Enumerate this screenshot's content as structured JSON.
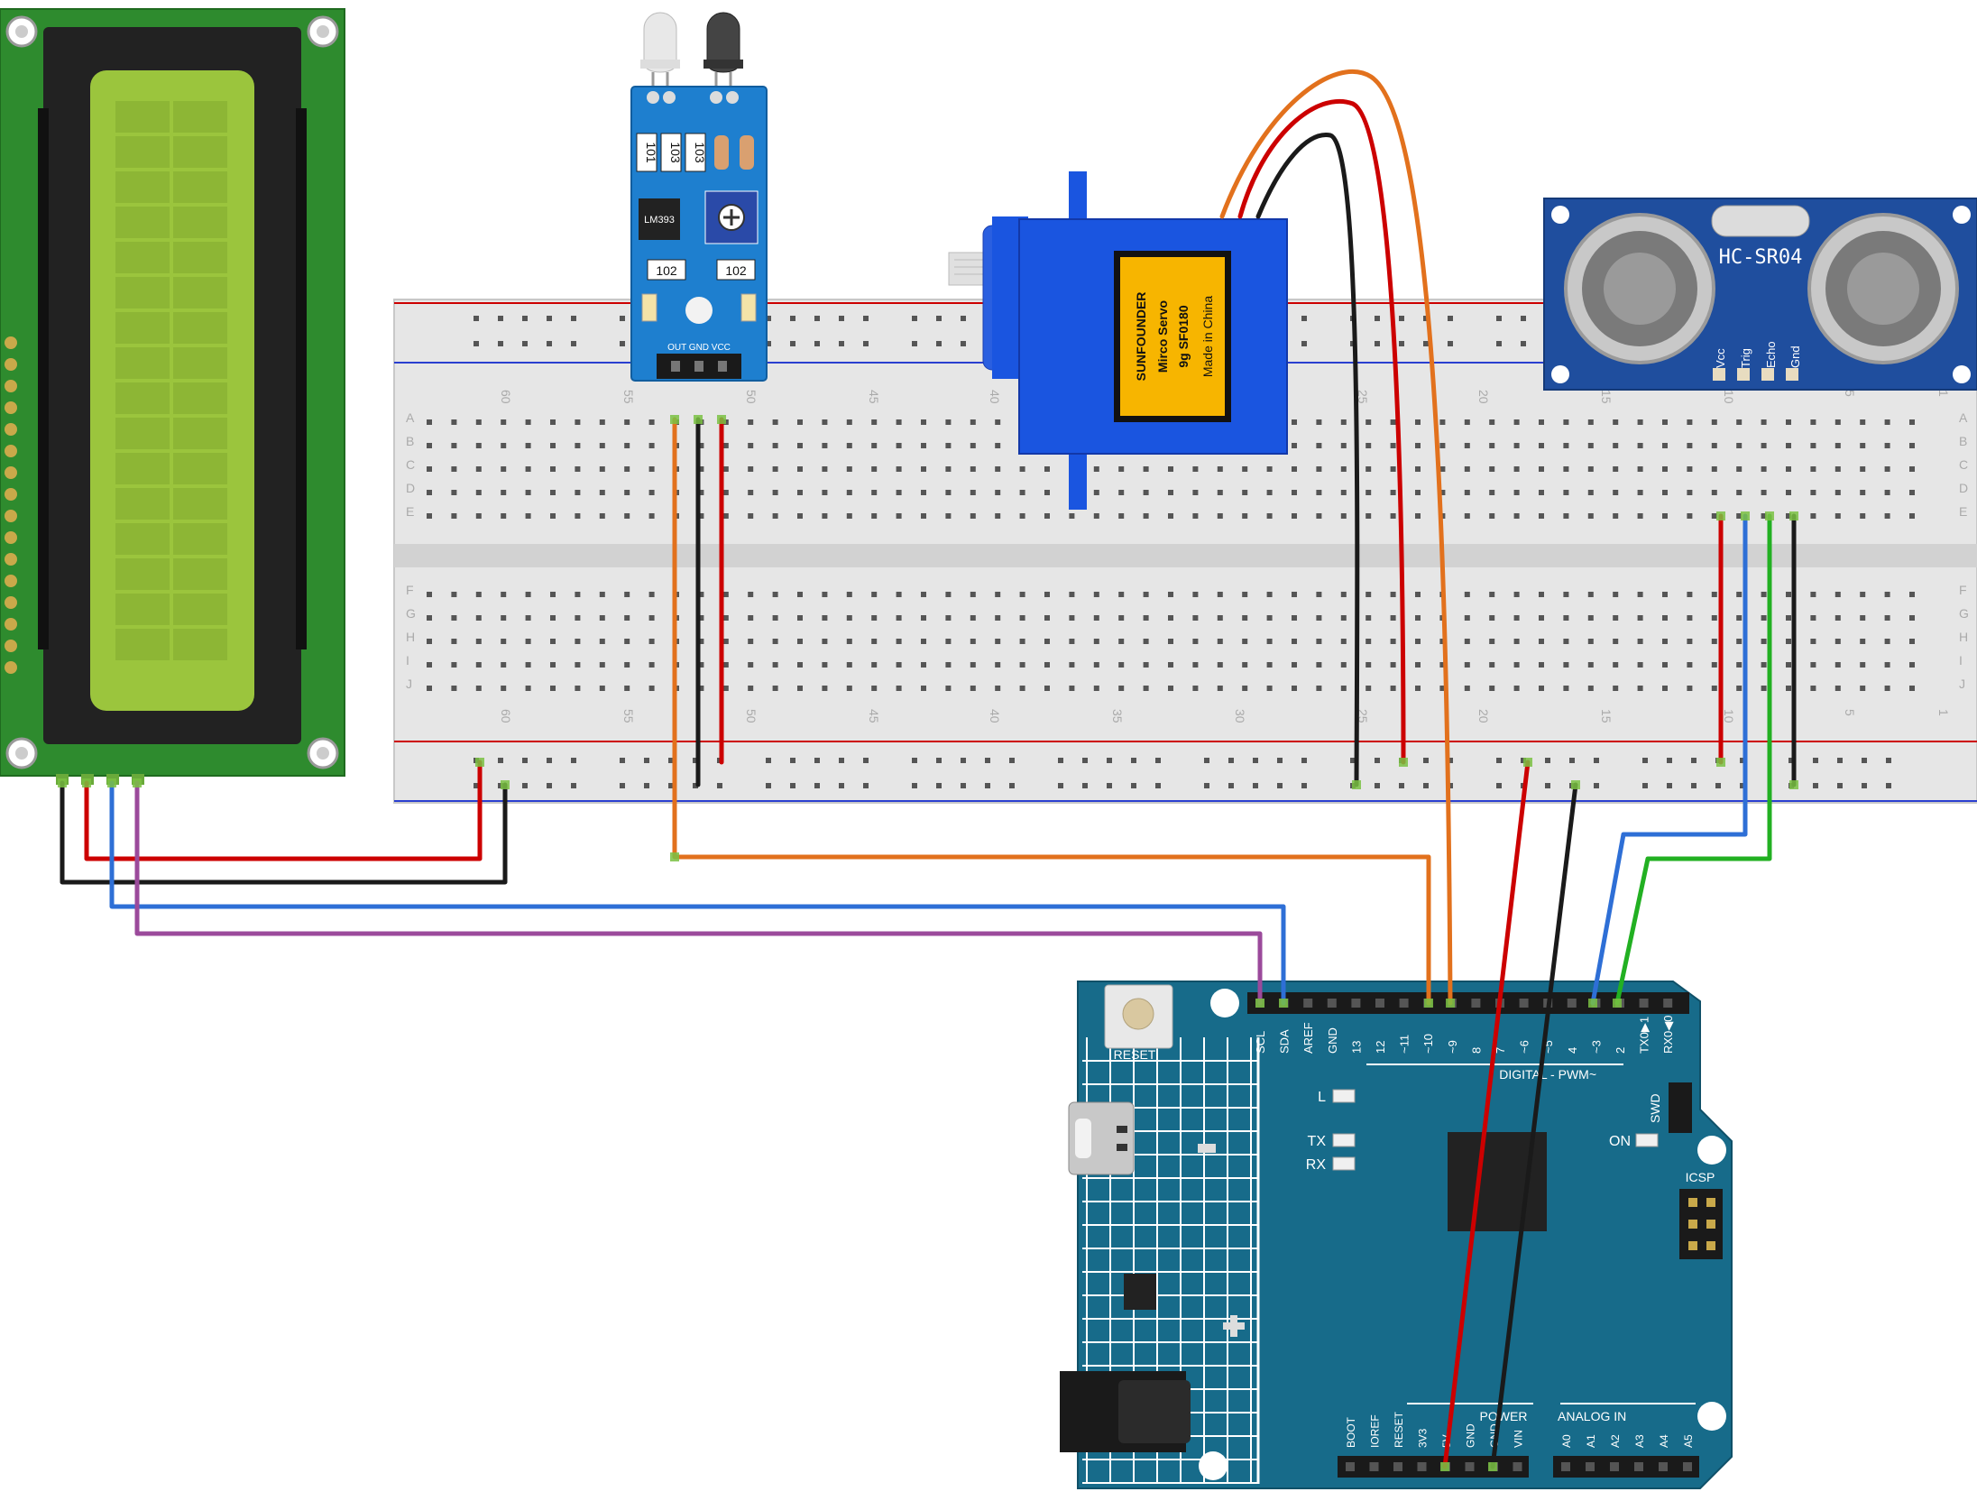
{
  "breadboard": {
    "rows_top": [
      "A",
      "B",
      "C",
      "D",
      "E"
    ],
    "rows_bottom": [
      "F",
      "G",
      "H",
      "I",
      "J"
    ],
    "column_numbers": [
      "60",
      "55",
      "50",
      "45",
      "40",
      "35",
      "30",
      "25",
      "20",
      "15",
      "10",
      "5",
      "1"
    ]
  },
  "ir_sensor": {
    "resistor_labels": [
      "101",
      "103",
      "103"
    ],
    "chip": "LM393",
    "resistor_labels_lower": [
      "102",
      "102"
    ],
    "pin_labels": "OUT GND VCC"
  },
  "servo": {
    "label_lines": [
      "SUNFOUNDER",
      "Mirco Servo",
      "9g SF0180",
      "Made in China"
    ]
  },
  "ultrasonic": {
    "model": "HC-SR04",
    "pins": [
      "Vcc",
      "Trig",
      "Echo",
      "Gnd"
    ]
  },
  "arduino": {
    "reset_label": "RESET",
    "top_header_labels": [
      "SCL",
      "SDA",
      "AREF",
      "GND",
      "13",
      "12",
      "~11",
      "~10",
      "~9",
      "8",
      "7",
      "~6",
      "~5",
      "4",
      "~3",
      "2",
      "TX0▶1",
      "RX0◀0"
    ],
    "digital_label": "DIGITAL - PWM~",
    "led_labels": [
      "L",
      "TX",
      "RX",
      "ON"
    ],
    "swd_label": "SWD",
    "icsp_label": "ICSP",
    "power_label": "POWER",
    "power_pins": [
      "BOOT",
      "IOREF",
      "RESET",
      "3V3",
      "5V",
      "GND",
      "GND",
      "VIN"
    ],
    "analog_label": "ANALOG IN",
    "analog_pins": [
      "A0",
      "A1",
      "A2",
      "A3",
      "A4",
      "A5"
    ]
  },
  "colors": {
    "wire_red": "#cc0000",
    "wire_black": "#1a1a1a",
    "wire_blue": "#2e6fd6",
    "wire_purple": "#9b4a9b",
    "wire_orange": "#e2711d",
    "wire_green": "#22b022",
    "arduino_board": "#176b8a",
    "lcd_pcb": "#2e8b2e",
    "lcd_screen": "#9bc53d",
    "servo_body": "#1a55e0",
    "ultrasonic_pcb": "#1f4e9e",
    "ir_pcb": "#1e7fcf"
  }
}
